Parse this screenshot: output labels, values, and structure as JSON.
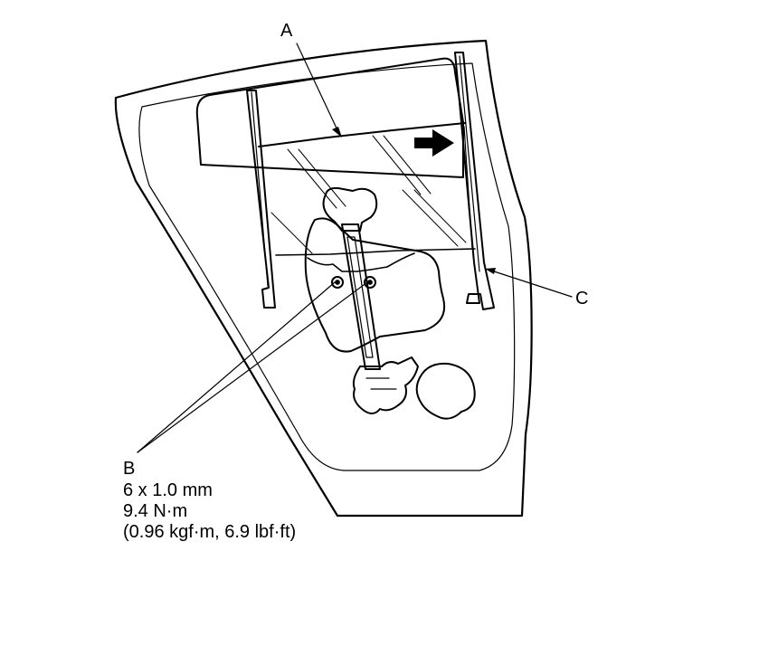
{
  "callouts": {
    "a": "A",
    "b": "B",
    "c": "C"
  },
  "spec": {
    "size": "6 x 1.0 mm",
    "torque": "9.4 N·m",
    "torque_alt": "(0.96 kgf·m, 6.9 lbf·ft)"
  }
}
